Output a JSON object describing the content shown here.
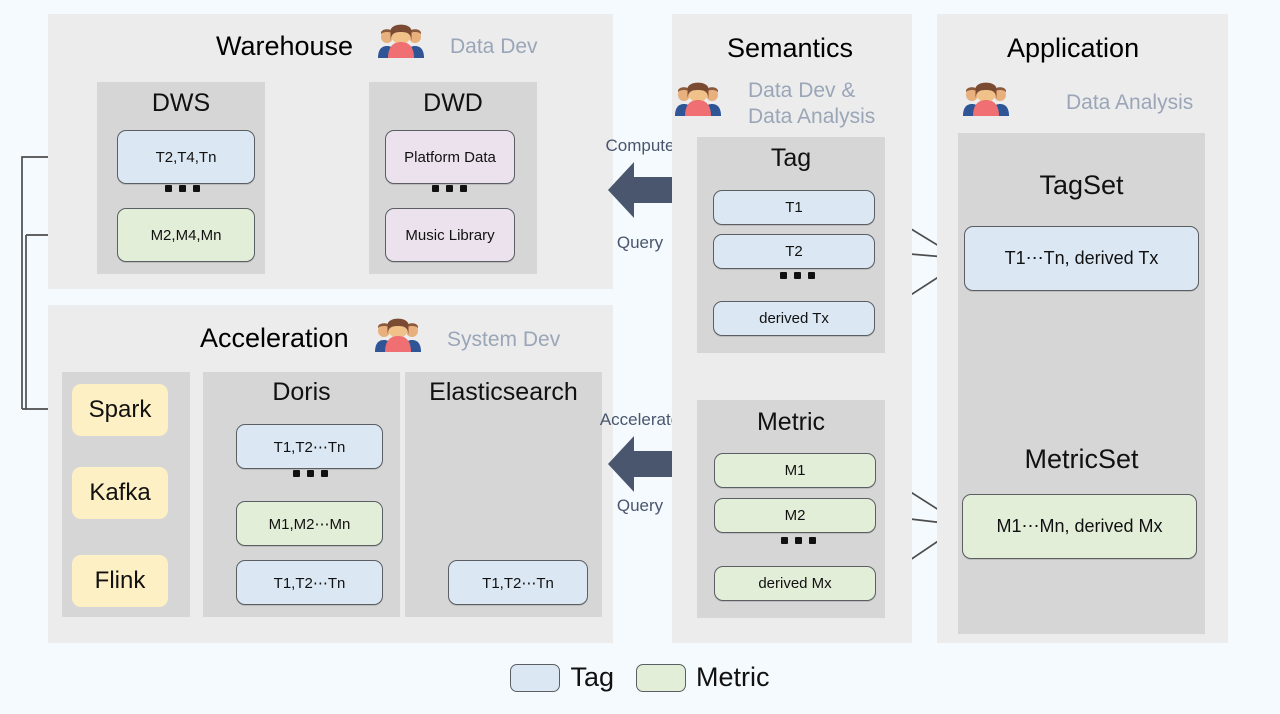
{
  "legend": {
    "items": [
      {
        "label": "Tag",
        "color": "#dbe8f4"
      },
      {
        "label": "Metric",
        "color": "#e3eed9"
      }
    ]
  },
  "panels": {
    "warehouse": {
      "title": "Warehouse",
      "role": "Data Dev",
      "groups": [
        {
          "title": "DWS",
          "nodes": [
            {
              "label": "T2,T4,Tn",
              "kind": "tag"
            },
            {
              "label": "M2,M4,Mn",
              "kind": "metric"
            }
          ],
          "ellipsis": true
        },
        {
          "title": "DWD",
          "nodes": [
            {
              "label": "Platform Data",
              "kind": "source"
            },
            {
              "label": "Music Library",
              "kind": "source"
            }
          ],
          "ellipsis": true
        }
      ]
    },
    "acceleration": {
      "title": "Acceleration",
      "role": "System Dev",
      "pipeline": [
        {
          "label": "Spark"
        },
        {
          "label": "Kafka"
        },
        {
          "label": "Flink"
        }
      ],
      "groups": [
        {
          "title": "Doris",
          "nodes": [
            {
              "label": "T1,T2⋯Tn",
              "kind": "tag"
            },
            {
              "label": "M1,M2⋯Mn",
              "kind": "metric"
            },
            {
              "label": "T1,T2⋯Tn",
              "kind": "tag"
            }
          ],
          "ellipsis": true
        },
        {
          "title": "Elasticsearch",
          "nodes": [
            {
              "label": "T1,T2⋯Tn",
              "kind": "tag"
            }
          ],
          "ellipsis": false
        }
      ]
    },
    "semantics": {
      "title": "Semantics",
      "role": "Data Dev &\nData Analysis",
      "role_line1": "Data Dev &",
      "role_line2": "Data Analysis",
      "groups": [
        {
          "title": "Tag",
          "nodes": [
            {
              "label": "T1",
              "kind": "tag"
            },
            {
              "label": "T2",
              "kind": "tag"
            },
            {
              "label": "derived Tx",
              "kind": "tag"
            }
          ],
          "ellipsis": true
        },
        {
          "title": "Metric",
          "nodes": [
            {
              "label": "M1",
              "kind": "metric"
            },
            {
              "label": "M2",
              "kind": "metric"
            },
            {
              "label": "derived Mx",
              "kind": "metric"
            }
          ],
          "ellipsis": true
        }
      ]
    },
    "application": {
      "title": "Application",
      "role": "Data Analysis",
      "groups": [
        {
          "title": "TagSet",
          "nodes": [
            {
              "label": "T1⋯Tn, derived Tx",
              "kind": "tag"
            }
          ]
        },
        {
          "title": "MetricSet",
          "nodes": [
            {
              "label": "M1⋯Mn, derived Mx",
              "kind": "metric"
            }
          ]
        }
      ]
    }
  },
  "flow_arrows": [
    {
      "top_label": "Compute",
      "bottom_label": "Query",
      "direction": "left"
    },
    {
      "top_label": "Accelerate",
      "bottom_label": "Query",
      "direction": "left"
    }
  ],
  "colors": {
    "tag": "#dbe8f4",
    "metric": "#e3eed9",
    "source": "#ece2ee",
    "pipeline": "#fdf0c4",
    "panel_bg": "#ececec",
    "subpanel_bg": "#d6d6d6",
    "page_bg": "#f4fafd",
    "role_text": "#9aa6b8",
    "arrow": "#49566e",
    "wire": "#4d4d4d",
    "accent_dashed": "#e02020"
  },
  "icons": {
    "people": "people-group-icon"
  }
}
